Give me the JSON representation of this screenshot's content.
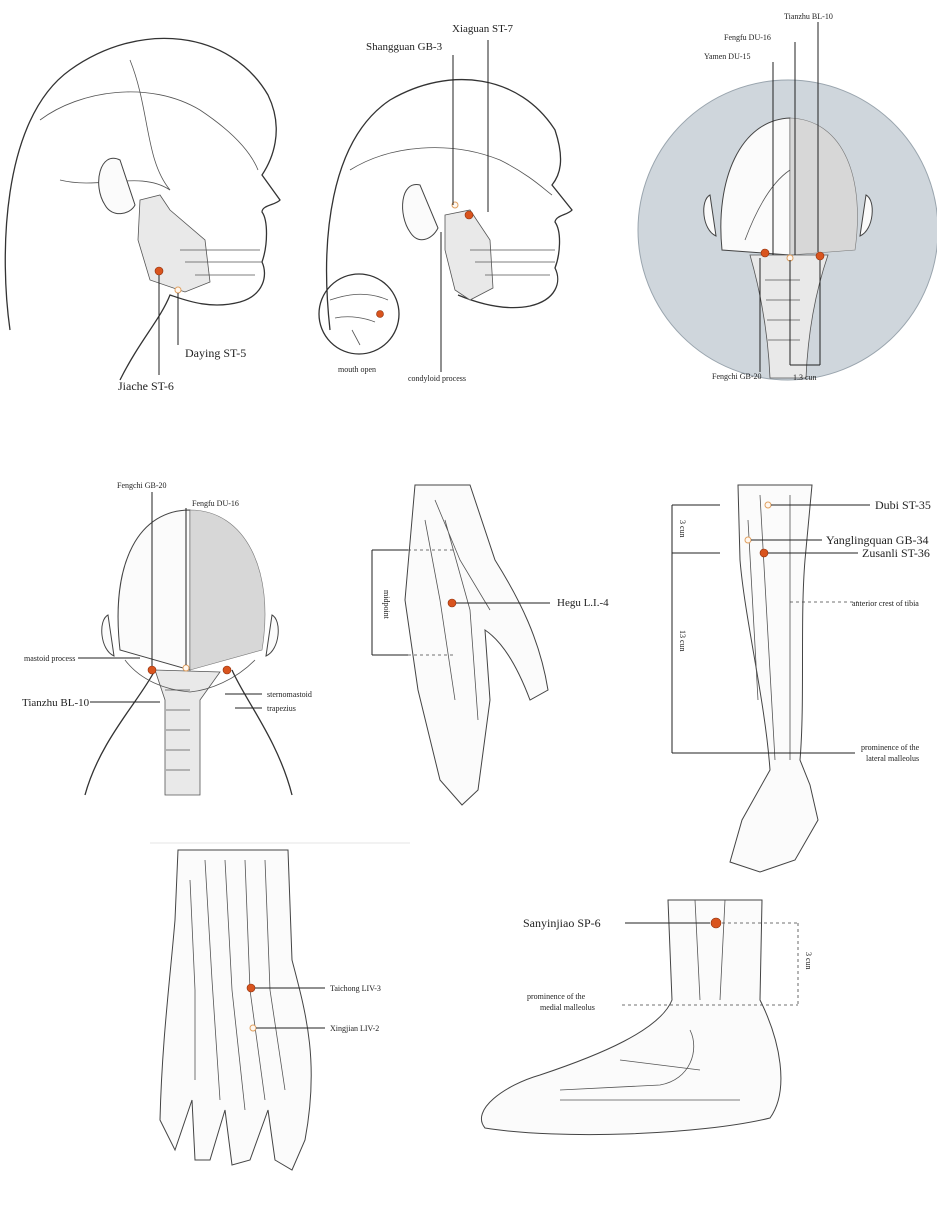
{
  "colors": {
    "point": "#d9541e",
    "point_hollow": "#fff7ef",
    "halo": "#cfd6dc",
    "ink": "#333333"
  },
  "panels": {
    "jaw": {
      "labels": {
        "daying": "Daying ST-5",
        "jiache": "Jiache ST-6"
      }
    },
    "temple": {
      "labels": {
        "xiaguan": "Xiaguan ST-7",
        "shangguan": "Shangguan GB-3",
        "mouth_open": "mouth open",
        "condyloid": "condyloid process"
      }
    },
    "occiput": {
      "labels": {
        "tianzhu": "Tianzhu BL-10",
        "fengfu": "Fengfu DU-16",
        "yamen": "Yamen DU-15",
        "fengchi": "Fengchi GB-20",
        "cun": "1.3 cun"
      }
    },
    "back_head": {
      "labels": {
        "fengchi": "Fengchi GB-20",
        "fengfu": "Fengfu DU-16",
        "mastoid": "mastoid process",
        "tianzhu": "Tianzhu BL-10",
        "sterno": "sternomastoid",
        "trapezius": "trapezius"
      }
    },
    "hand": {
      "labels": {
        "hegu": "Hegu L.I.-4",
        "midpoint": "midpoint"
      }
    },
    "leg": {
      "labels": {
        "dubi": "Dubi ST-35",
        "yanglingquan": "Yanglingquan GB-34",
        "zusanli": "Zusanli ST-36",
        "tibia": "anterior crest of tibia",
        "cun3": "3 cun",
        "cun13": "13 cun",
        "malleolus1": "prominence of the",
        "malleolus2": "lateral malleolus"
      }
    },
    "foot_top": {
      "labels": {
        "taichong": "Taichong LIV-3",
        "xingjian": "Xingjian LIV-2"
      }
    },
    "ankle": {
      "labels": {
        "sanyinjiao": "Sanyinjiao SP-6",
        "medial1": "prominence of the",
        "medial2": "medial malleolus",
        "cun3": "3 cun"
      }
    }
  }
}
